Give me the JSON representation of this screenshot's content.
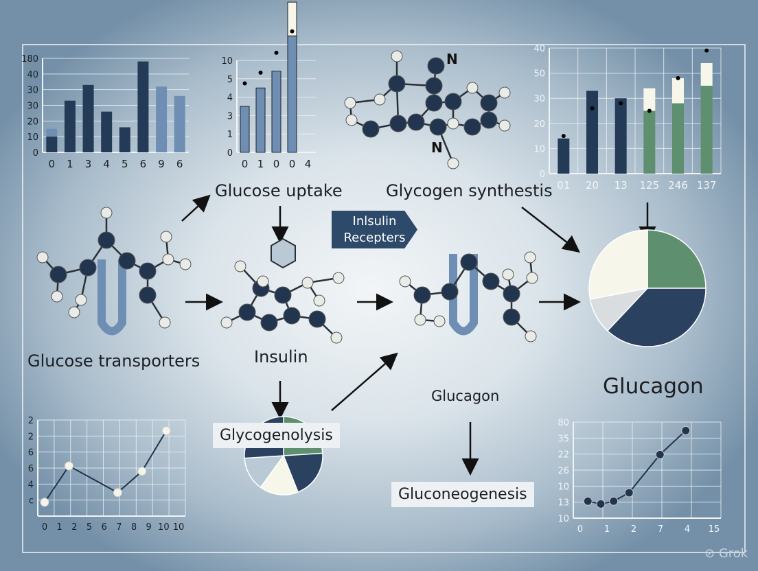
{
  "labels": {
    "glucose_uptake": "Glucose uptake",
    "glycogen_synthesis": "Glycogen synthestis",
    "insulin_receptors": "Inlsulin Recepters",
    "glucose_transporters": "Glucose transporters",
    "insulin": "Insulin",
    "glucagon_mid": "Glucagon",
    "glucagon_main": "Glucagon",
    "glycogenolysis": "Glycogenolysis",
    "gluconeogenesis": "Gluconeogenesis",
    "molecule_atom_n1": "N",
    "molecule_atom_n2": "N"
  },
  "watermark": "Grok",
  "colors": {
    "navy": "#243b58",
    "steel": "#6e8fb3",
    "green": "#5e8f6f",
    "cream": "#f7f6ea",
    "grey": "#d9dde0"
  },
  "chart_data": [
    {
      "type": "bar",
      "categories": [
        "0",
        "1",
        "3",
        "4",
        "5",
        "6",
        "9",
        "6"
      ],
      "values": [
        10,
        33,
        43,
        26,
        16,
        58,
        42,
        36
      ],
      "overlay": [
        15,
        null,
        null,
        null,
        null,
        null,
        null,
        null
      ],
      "yticks": [
        "0",
        "10",
        "20",
        "30",
        "30",
        "40",
        "180"
      ],
      "colors": [
        "#243b58",
        "#243b58",
        "#243b58",
        "#243b58",
        "#243b58",
        "#243b58",
        "#6e8fb3",
        "#6e8fb3"
      ],
      "ylim": [
        0,
        60
      ]
    },
    {
      "type": "bar",
      "categories": [
        "0",
        "1",
        "0",
        "0",
        "4"
      ],
      "values": [
        3,
        4.2,
        5.3,
        7.6
      ],
      "caps": [
        null,
        null,
        null,
        2.2
      ],
      "line": [
        4.5,
        5.2,
        6.5,
        7.9
      ],
      "yticks": [
        "0",
        "1",
        "3",
        "4",
        "5",
        "10"
      ],
      "ylim": [
        0,
        6
      ]
    },
    {
      "type": "bar",
      "categories": [
        "01",
        "20",
        "13",
        "125",
        "246",
        "137"
      ],
      "values": [
        14,
        33,
        30,
        25,
        28,
        35
      ],
      "caps": [
        null,
        null,
        null,
        9,
        10,
        9
      ],
      "colors": [
        "#243b58",
        "#243b58",
        "#243b58",
        "#5e8f6f",
        "#5e8f6f",
        "#5e8f6f"
      ],
      "line": [
        15,
        26,
        28,
        25,
        38,
        49
      ],
      "yticks": [
        "0",
        "10",
        "20",
        "30",
        "50",
        "40"
      ],
      "ylim": [
        0,
        50
      ]
    },
    {
      "type": "line",
      "x": [
        0,
        2,
        6,
        8,
        10
      ],
      "y": [
        1.3,
        4.7,
        2.2,
        4.2,
        8
      ],
      "xticks": [
        "0",
        "1",
        "2",
        "5",
        "6",
        "7",
        "8",
        "9",
        "10",
        "10"
      ],
      "yticks": [
        "",
        "c",
        "4",
        "6",
        "6",
        "2",
        "2"
      ],
      "ylim": [
        0,
        9
      ]
    },
    {
      "type": "line",
      "x": [
        0.3,
        0.8,
        1.3,
        1.9,
        3.1,
        4.1
      ],
      "y": [
        1.2,
        1,
        1.2,
        1.8,
        4.5,
        6.2
      ],
      "xticks": [
        "0",
        "1",
        "2",
        "7",
        "4",
        "15"
      ],
      "yticks": [
        "10",
        "13",
        "10",
        "26",
        "22",
        "35",
        "80"
      ],
      "ylim": [
        0,
        6.8
      ]
    },
    {
      "type": "pie",
      "values": [
        25,
        37,
        10,
        28
      ],
      "colors": [
        "#5e8f6f",
        "#2a4260",
        "#d9dde0",
        "#f7f6ea"
      ]
    },
    {
      "type": "pie",
      "values": [
        24,
        20,
        16,
        14,
        26
      ],
      "colors": [
        "#5e8f6f",
        "#2a4260",
        "#f7f6ea",
        "#b9c9d6",
        "#2a4260"
      ]
    }
  ]
}
